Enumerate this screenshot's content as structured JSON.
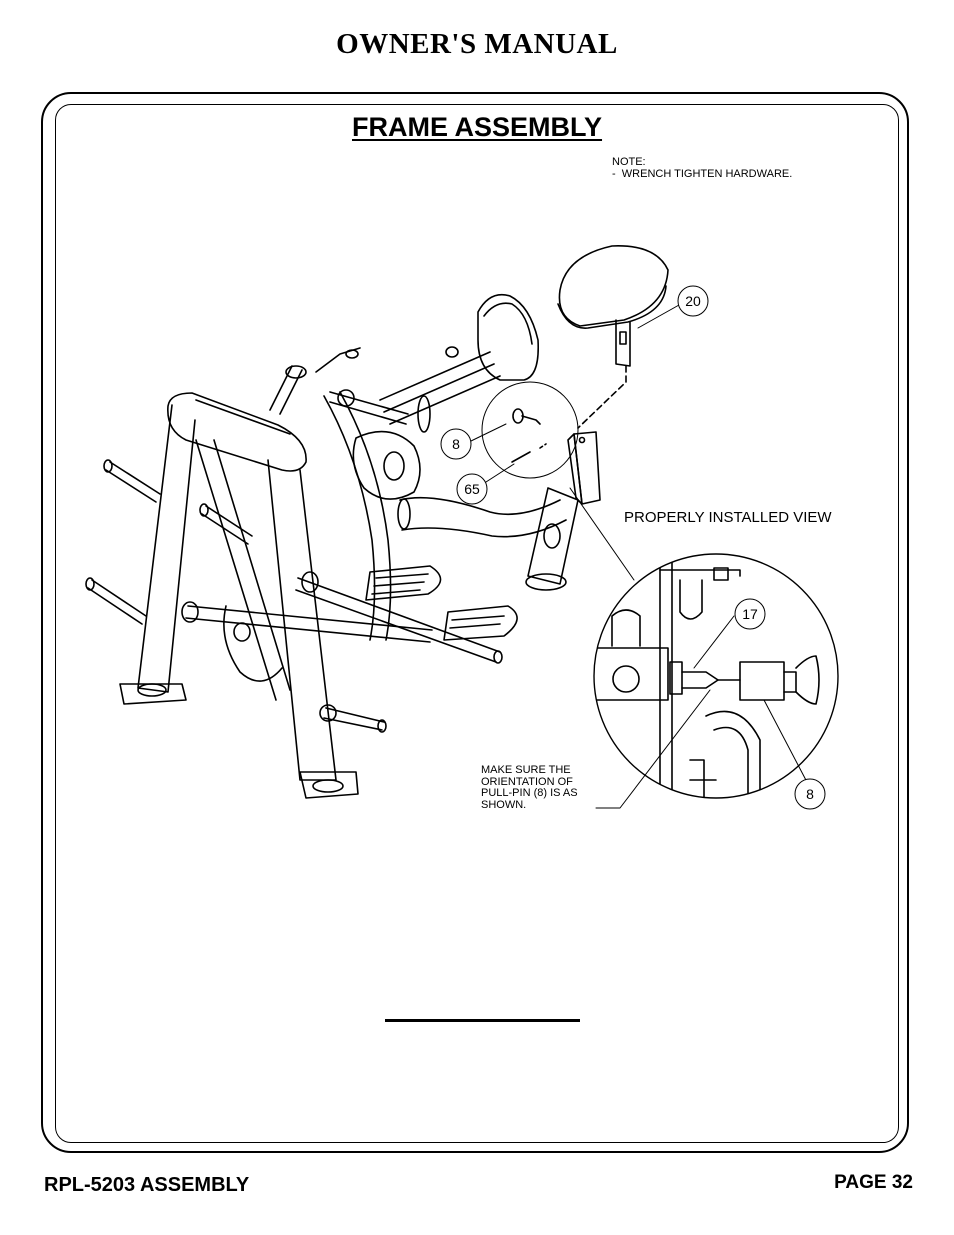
{
  "header": {
    "title": "OWNER'S MANUAL"
  },
  "section": {
    "title": "FRAME ASSEMBLY"
  },
  "note": {
    "line1": "NOTE:",
    "line2": "-  WRENCH TIGHTEN HARDWARE."
  },
  "callouts": {
    "c20": "20",
    "c8_main": "8",
    "c65": "65",
    "c17": "17",
    "c8_detail": "8"
  },
  "detail": {
    "label": "PROPERLY INSTALLED VIEW"
  },
  "warning": {
    "line1": "MAKE SURE THE",
    "line2": "ORIENTATION OF",
    "line3": "PULL-PIN (8) IS AS",
    "line4": "SHOWN."
  },
  "footer": {
    "left": "RPL-5203 ASSEMBLY",
    "right": "PAGE 32"
  }
}
